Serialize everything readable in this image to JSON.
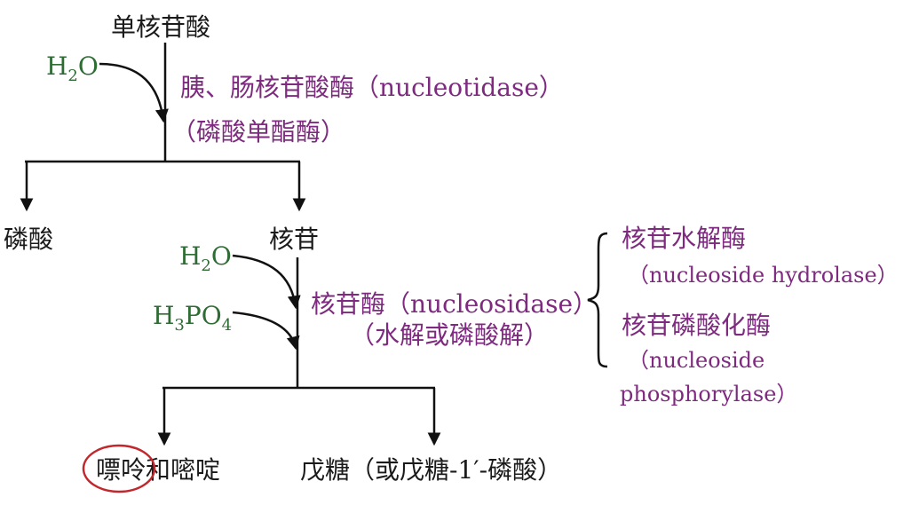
{
  "diagram": {
    "nodes": {
      "mononucleotide": "单核苷酸",
      "phosphate": "磷酸",
      "nucleoside": "核苷",
      "bases": "嘌呤和嘧啶",
      "pentose": "戊糖（或戊糖-1′-磷酸）"
    },
    "reagents": {
      "water_top": {
        "main": "H",
        "sub": "2",
        "tail": "O"
      },
      "water_mid": {
        "main": "H",
        "sub": "2",
        "tail": "O"
      },
      "phosphoric": {
        "main": "H",
        "sub1": "3",
        "mid": "PO",
        "sub2": "4"
      }
    },
    "enzymes": {
      "nucleotidase_line1": "胰、肠核苷酸酶（nucleotidase）",
      "nucleotidase_line2": "（磷酸单酯酶）",
      "nucleosidase_line1": "核苷酶（nucleosidase）",
      "nucleosidase_line2": "（水解或磷酸解）",
      "hydrolase_line1": "核苷水解酶",
      "hydrolase_line2": "（nucleoside hydrolase）",
      "phosphorylase_line1": "核苷磷酸化酶",
      "phosphorylase_line2": "（nucleoside",
      "phosphorylase_line3": "phosphorylase）"
    }
  },
  "colors": {
    "node_text": "#1a1a1a",
    "reagent_text": "#2f6b34",
    "enzyme_text": "#7d2a7f",
    "highlight_circle": "#c0282d"
  }
}
